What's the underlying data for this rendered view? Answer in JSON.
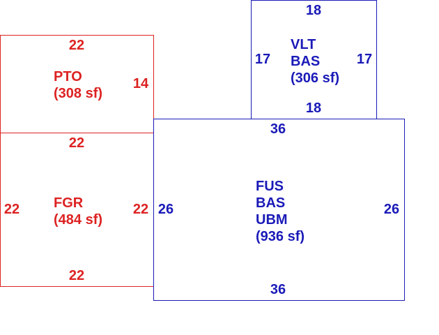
{
  "colors": {
    "red": "#dd2222",
    "blue": "#1a1ab8"
  },
  "areas": {
    "pto": {
      "dims": {
        "top": "22",
        "right": "14"
      },
      "lines": [
        "PTO",
        "(308 sf)"
      ]
    },
    "fgr": {
      "dims": {
        "top": "22",
        "left": "22",
        "right": "22",
        "bottom": "22"
      },
      "lines": [
        "FGR",
        "(484 sf)"
      ]
    },
    "vlt": {
      "dims": {
        "top": "18",
        "left": "17",
        "right": "17",
        "bottom": "18"
      },
      "lines": [
        "VLT",
        "BAS",
        "(306 sf)"
      ]
    },
    "fus": {
      "dims": {
        "top": "36",
        "left": "26",
        "right": "26",
        "bottom": "36"
      },
      "lines": [
        "FUS",
        "BAS",
        "UBM",
        "(936 sf)"
      ]
    }
  }
}
